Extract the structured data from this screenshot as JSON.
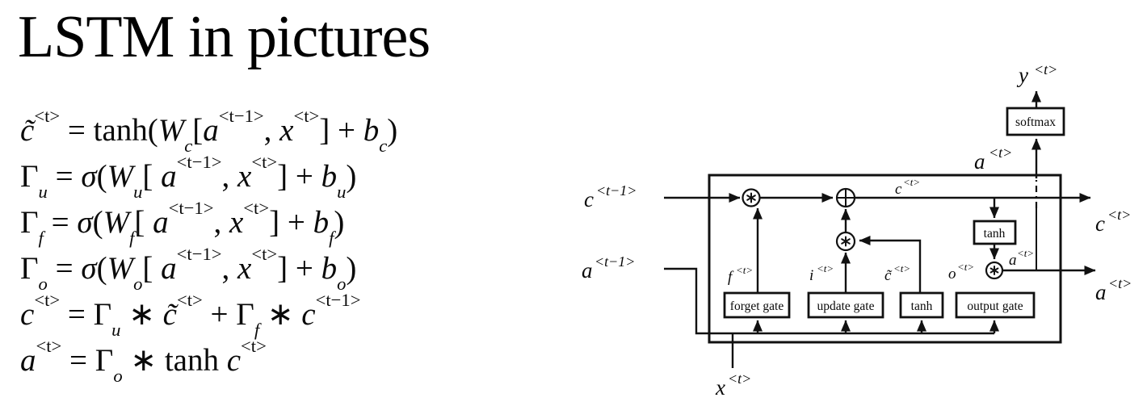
{
  "title": "LSTM in pictures",
  "equations": {
    "candidate": "<i>c̃</i><sup>&lt;t&gt;</sup> = tanh(<i>W</i><sub><i>c</i></sub>[<i>a</i><sup>&lt;t−1&gt;</sup>, <i>x</i><sup>&lt;t&gt;</sup>] + <i>b</i><sub><i>c</i></sub>)",
    "update_gate": "Γ<sub><i>u</i></sub> = <i>σ</i>(<i>W</i><sub><i>u</i></sub>[ <i>a</i><sup>&lt;t−1&gt;</sup>, <i>x</i><sup>&lt;t&gt;</sup>] + <i>b</i><sub><i>u</i></sub>)",
    "forget_gate": "Γ<sub><i>f</i></sub> = <i>σ</i>(<i>W</i><sub><i>f</i></sub>[ <i>a</i><sup>&lt;t−1&gt;</sup>, <i>x</i><sup>&lt;t&gt;</sup>] + <i>b</i><sub><i>f</i></sub>)",
    "output_gate": "Γ<sub><i>o</i></sub> = <i>σ</i>(<i>W</i><sub><i>o</i></sub>[ <i>a</i><sup>&lt;t−1&gt;</sup>, <i>x</i><sup>&lt;t&gt;</sup>] + <i>b</i><sub><i>o</i></sub>)",
    "cell_state": "<i>c</i><sup>&lt;t&gt;</sup> =  Γ<sub><i>u</i></sub> ∗ <i>c̃</i><sup>&lt;t&gt;</sup> + Γ<sub><i>f</i></sub> ∗ <i>c</i><sup>&lt;t−1&gt;</sup>",
    "hidden_state": "<i>a</i><sup>&lt;t&gt;</sup> = Γ<sub><i>o</i></sub> ∗ tanh <i>c</i><sup>&lt;t&gt;</sup>"
  },
  "diagram": {
    "io_labels": {
      "y_out": {
        "base": "y",
        "sup": "<t>"
      },
      "a_top": {
        "base": "a",
        "sup": "<t>"
      },
      "c_prev": {
        "base": "c",
        "sup": "<t−1>"
      },
      "a_prev": {
        "base": "a",
        "sup": "<t−1>"
      },
      "c_out": {
        "base": "c",
        "sup": "<t>"
      },
      "a_out": {
        "base": "a",
        "sup": "<t>"
      },
      "x_in": {
        "base": "x",
        "sup": "<t>"
      }
    },
    "signal_labels": {
      "c_line": {
        "base": "c",
        "sup": "<t>"
      },
      "f": {
        "base": "f",
        "sup": "<t>"
      },
      "i": {
        "base": "i",
        "sup": "<t>"
      },
      "c_tilde": {
        "base": "c̃",
        "sup": "<t>"
      },
      "o": {
        "base": "o",
        "sup": "<t>"
      },
      "a_mult": {
        "base": "a",
        "sup": "<t>"
      }
    },
    "boxes": {
      "softmax": "softmax",
      "forget_gate": "forget gate",
      "update_gate": "update gate",
      "candidate_tanh": "tanh",
      "output_tanh": "tanh",
      "output_gate": "output gate"
    },
    "operators": {
      "multiply": "∗",
      "add": "+"
    },
    "colors": {
      "line": "#111111",
      "background": "#ffffff",
      "text": "#0a0a0a"
    }
  }
}
